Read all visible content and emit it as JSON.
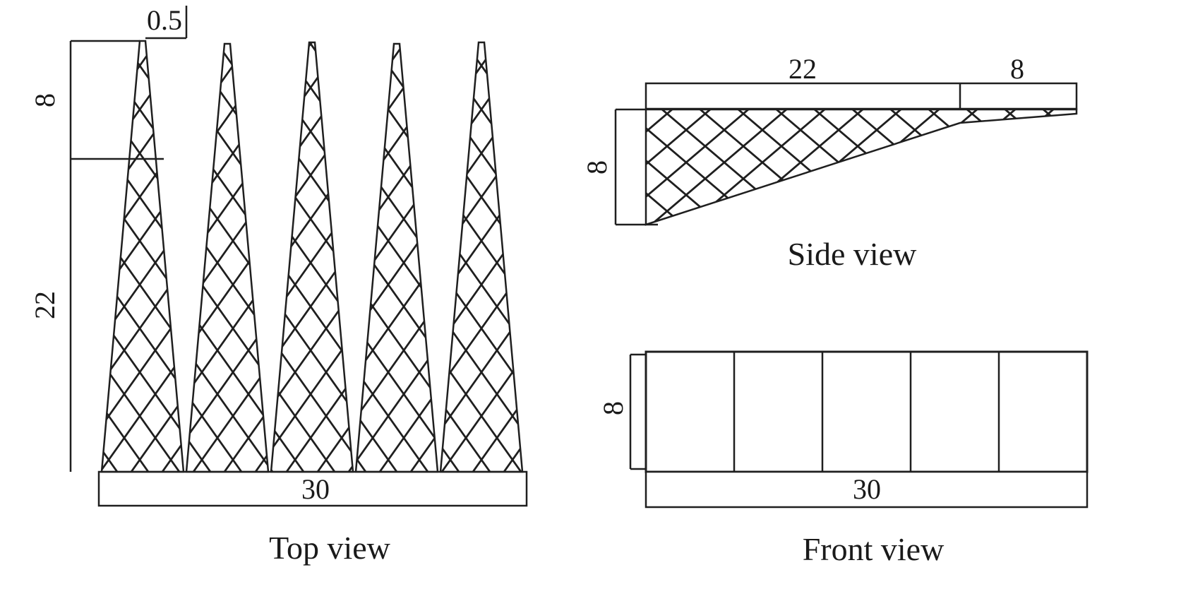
{
  "figure": {
    "description": "Three-view technical drawing of a wedge-tooth absorber block"
  },
  "top_view": {
    "label": "Top view",
    "dim_tip_width": "0.5",
    "dim_tip_section_height": "8",
    "dim_body_height": "22",
    "dim_base_width": "30"
  },
  "side_view": {
    "label": "Side view",
    "dim_taper_length": "22",
    "dim_tail_length": "8",
    "dim_height": "8"
  },
  "front_view": {
    "label": "Front view",
    "dim_height": "8",
    "dim_width": "30"
  }
}
